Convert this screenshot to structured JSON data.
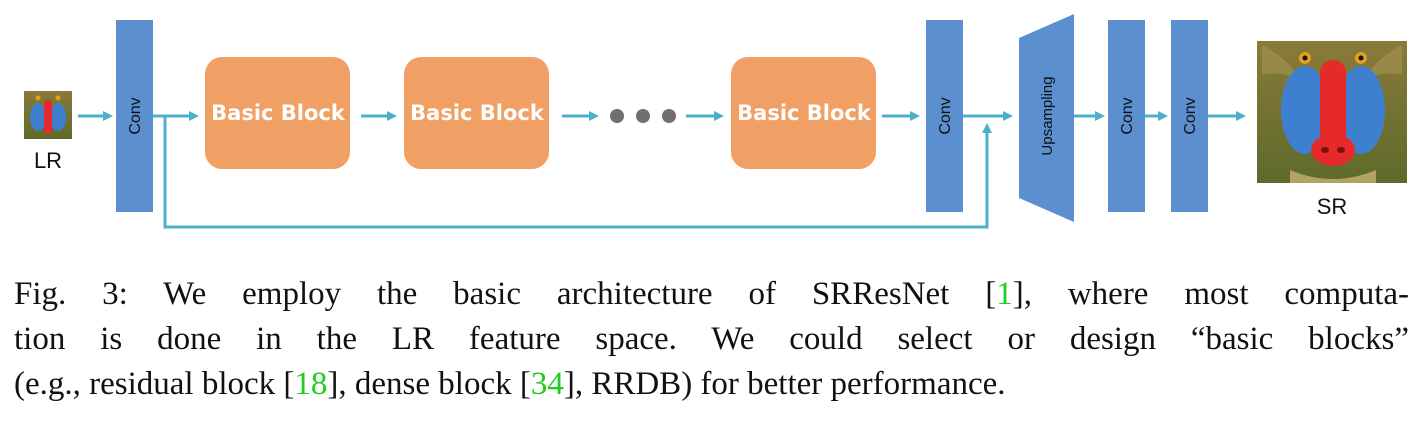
{
  "diagram": {
    "input_label": "LR",
    "output_label": "SR",
    "conv_label": "Conv",
    "basic_block_label": "Basic Block",
    "upsampling_label": "Upsampling",
    "colors": {
      "conv": "#5b8fd0",
      "basic_block": "#f0a064",
      "arrow": "#4cb0c8",
      "dots": "#707070"
    }
  },
  "caption": {
    "line1_prefix": "Fig. 3: We employ the basic architecture of SRResNet [",
    "ref1": "1",
    "line1_suffix": "], where most computa-",
    "line2": "tion is done in the LR feature space. We could select or design “basic blocks”",
    "line3_a": "(e.g., residual block [",
    "ref18": "18",
    "line3_b": "], dense block [",
    "ref34": "34",
    "line3_c": "], RRDB) for better performance."
  }
}
